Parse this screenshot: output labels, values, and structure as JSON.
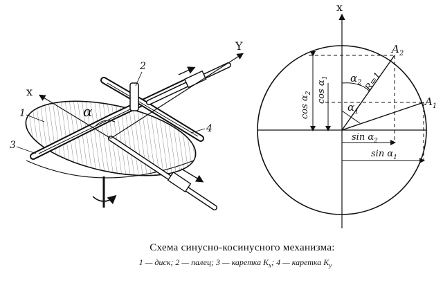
{
  "mechanism": {
    "axis_x": "x",
    "axis_y": "Y",
    "angle": "α",
    "callouts": [
      "1",
      "2",
      "3",
      "4"
    ]
  },
  "circle": {
    "axis_x": "x",
    "point_a1": "A",
    "point_a1_sub": "1",
    "point_a2": "A",
    "point_a2_sub": "2",
    "radius_label": "R=1",
    "alpha1": "α",
    "alpha1_sub": "1",
    "alpha2": "α",
    "alpha2_sub": "2",
    "cos_alpha2": "cos α",
    "cos_alpha2_sub": "2",
    "cos_alpha1": "cos α",
    "cos_alpha1_sub": "1",
    "sin_alpha2": "sin α",
    "sin_alpha2_sub": "2",
    "sin_alpha1": "sin α",
    "sin_alpha1_sub": "1"
  },
  "caption": {
    "title": "Схема синусно-косинусного механизма:",
    "legend_main": "1 — диск; 2 — палец; 3 — каретка",
    "kx_letter": "K",
    "kx_sub": "x",
    "legend_sep": "; 4 — каретка",
    "ky_letter": "K",
    "ky_sub": "y"
  }
}
